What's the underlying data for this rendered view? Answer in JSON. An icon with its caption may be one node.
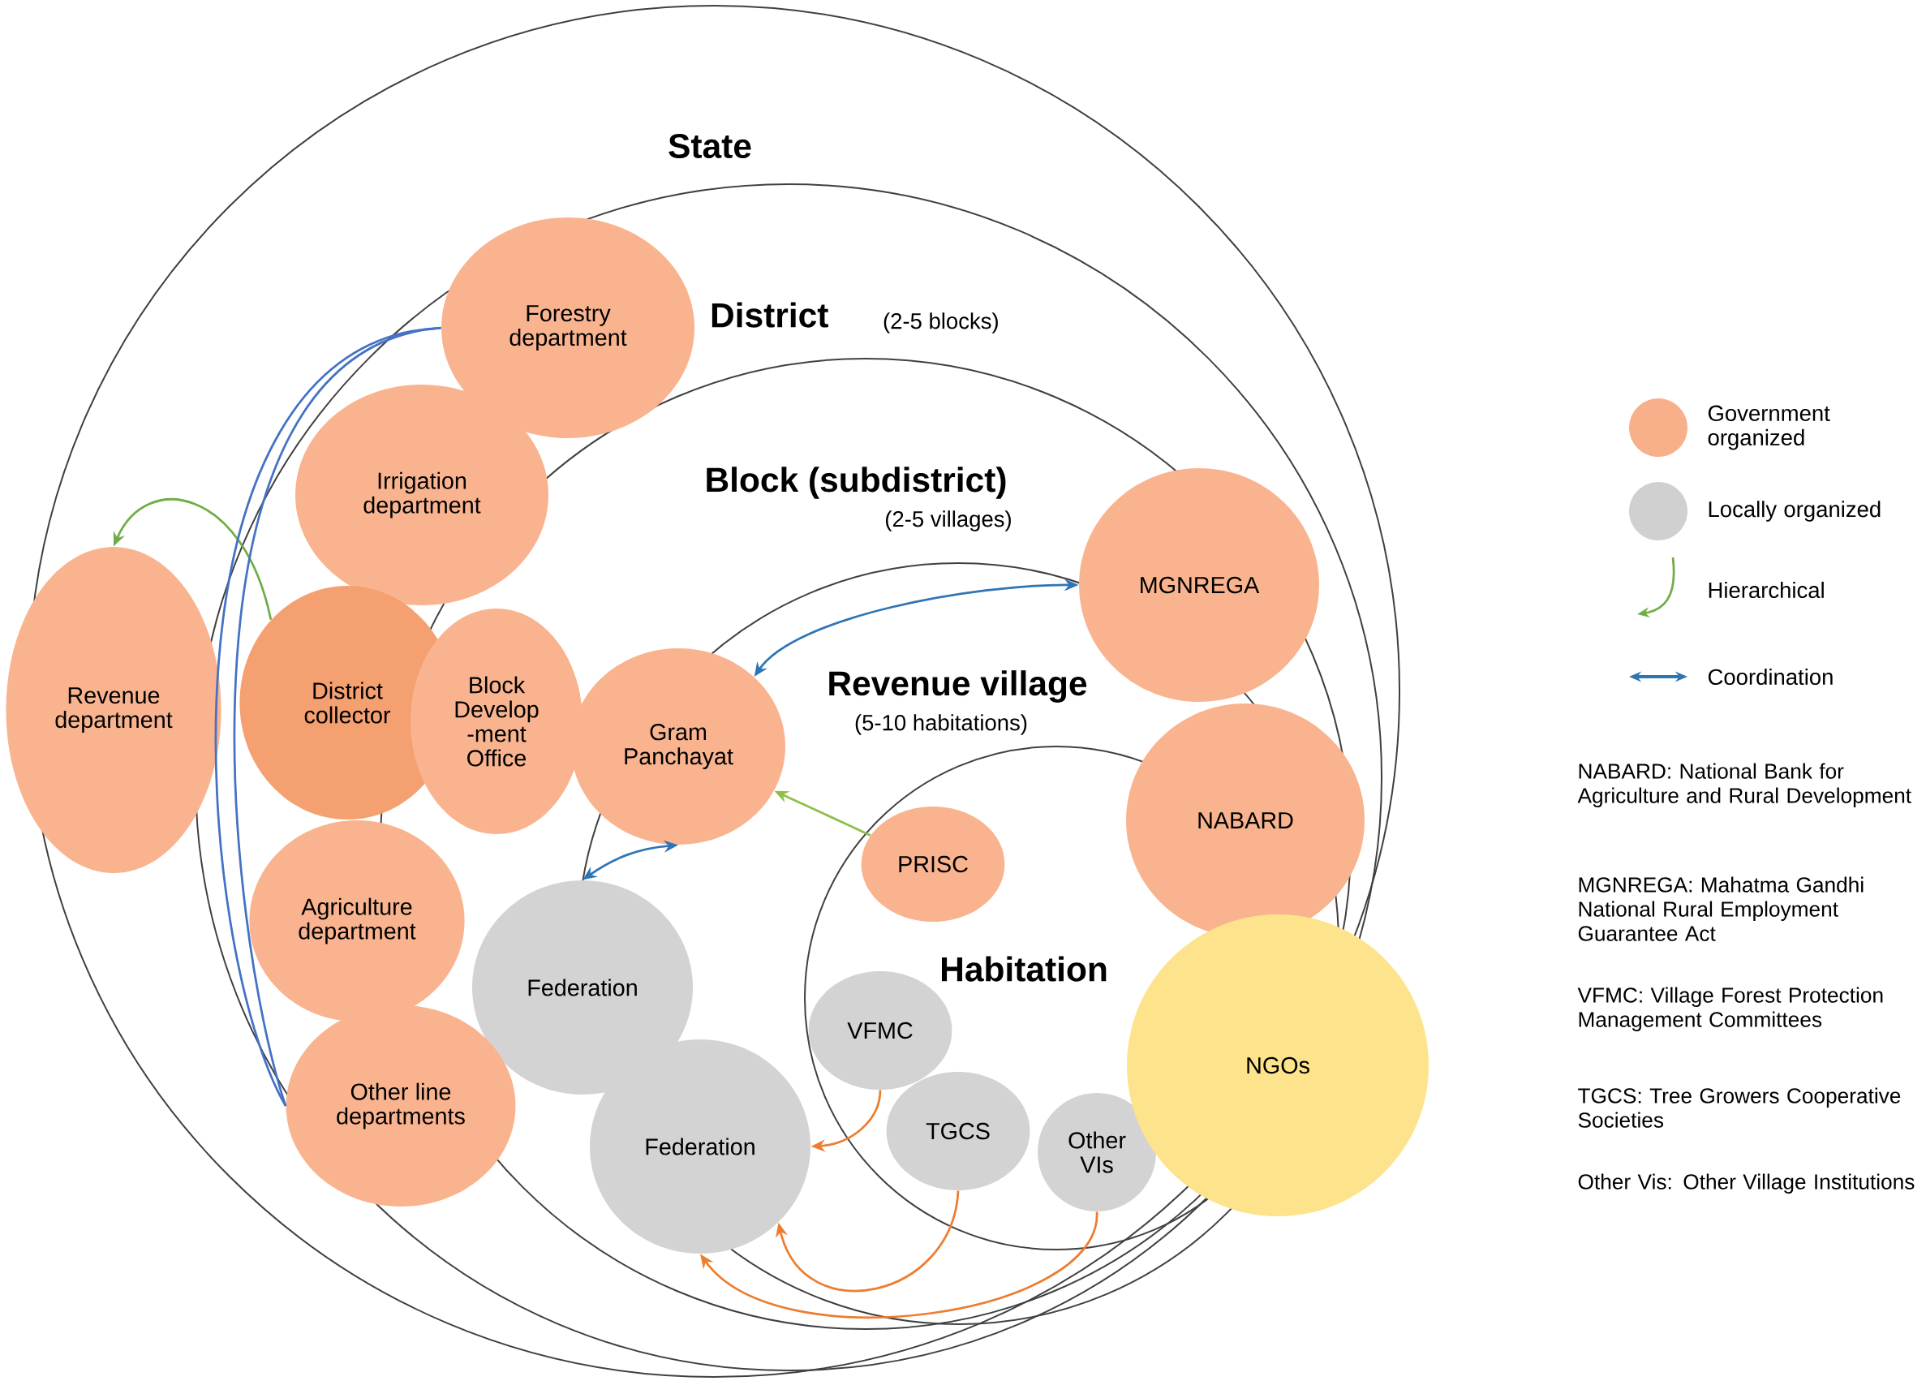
{
  "diagram": {
    "nodes": [
      {
        "text": [
          "State"
        ]
      },
      {
        "text": [
          "District"
        ],
        "beside": [
          "(2-5 blocks)"
        ],
        "in": 0
      },
      {
        "text": [
          "Block (subdistrict)"
        ],
        "beside": [
          "(2-5 villages)"
        ],
        "in": 1
      },
      {
        "text": [
          "Revenue village"
        ],
        "beside": [
          "(5-10 habitations)"
        ],
        "in": 2
      },
      {
        "text": [
          "Habitation"
        ],
        "in": 3
      },
      {
        "text": [
          "Forestry department"
        ],
        "in": 1
      },
      {
        "text": [
          "Irrigation department"
        ],
        "in": 1
      },
      {
        "text": [
          "Revenue department"
        ],
        "in": 0
      },
      {
        "text": [
          "District collector"
        ],
        "in": 1
      },
      {
        "text": [
          "Block Develop -ment Office"
        ],
        "in": 2
      },
      {
        "text": [
          "Gram Panchayat"
        ],
        "in": 3
      },
      {
        "text": [
          "MGNREGA"
        ],
        "in": 2
      },
      {
        "text": [
          "NABARD"
        ],
        "in": 1
      },
      {
        "text": [
          "PRISC"
        ],
        "in": 4
      },
      {
        "text": [
          "Agriculture department"
        ],
        "in": 1
      },
      {
        "text": [
          "Federation"
        ],
        "in": 2
      },
      {
        "text": [
          "Federation"
        ],
        "in": 3
      },
      {
        "text": [
          "VFMC"
        ],
        "in": 4
      },
      {
        "text": [
          "TGCS"
        ],
        "in": 4
      },
      {
        "text": [
          "Other VIs"
        ],
        "in": 4
      },
      {
        "text": [
          "NGOs"
        ]
      },
      {
        "text": [
          "Other line departments"
        ],
        "in": 1
      }
    ],
    "edges": [
      {
        "from": 8,
        "to": 7,
        "arrow": "to",
        "color": "#70ad47"
      },
      {
        "from": 5,
        "to": 21,
        "arrow": "none",
        "color": "#4472c4"
      },
      {
        "from": 5,
        "to": 21,
        "arrow": "none",
        "color": "#4472c4"
      },
      {
        "from": 10,
        "to": 11,
        "arrow": "both",
        "color": "#2e75b6"
      },
      {
        "from": 15,
        "to": 10,
        "arrow": "both",
        "color": "#2e75b6"
      },
      {
        "from": 13,
        "to": 10,
        "arrow": "to",
        "color": "#8dbf4a"
      },
      {
        "from": 17,
        "to": 16,
        "arrow": "to",
        "color": "#ed7d31"
      },
      {
        "from": 18,
        "to": 16,
        "arrow": "to",
        "color": "#ed7d31"
      },
      {
        "from": 19,
        "to": 16,
        "arrow": "to",
        "color": "#ed7d31"
      }
    ],
    "labels": [
      "NABARD: National Bank for Agriculture and Rural Development",
      "MGNREGA: Mahatma Gandhi National Rural Employment Guarantee Act",
      "VFMC: Village Forest Protection Management Committees",
      "TGCS: Tree Growers Cooperative Societies",
      "Other Vis: Other Village Institutions"
    ],
    "legend": [
      {
        "text": "Government organized",
        "color": "#f8b08a"
      },
      {
        "text": "Locally organized",
        "color": "#d0d0d0"
      },
      {
        "text": "Hierarchical"
      },
      {
        "text": "Coordination"
      }
    ]
  }
}
